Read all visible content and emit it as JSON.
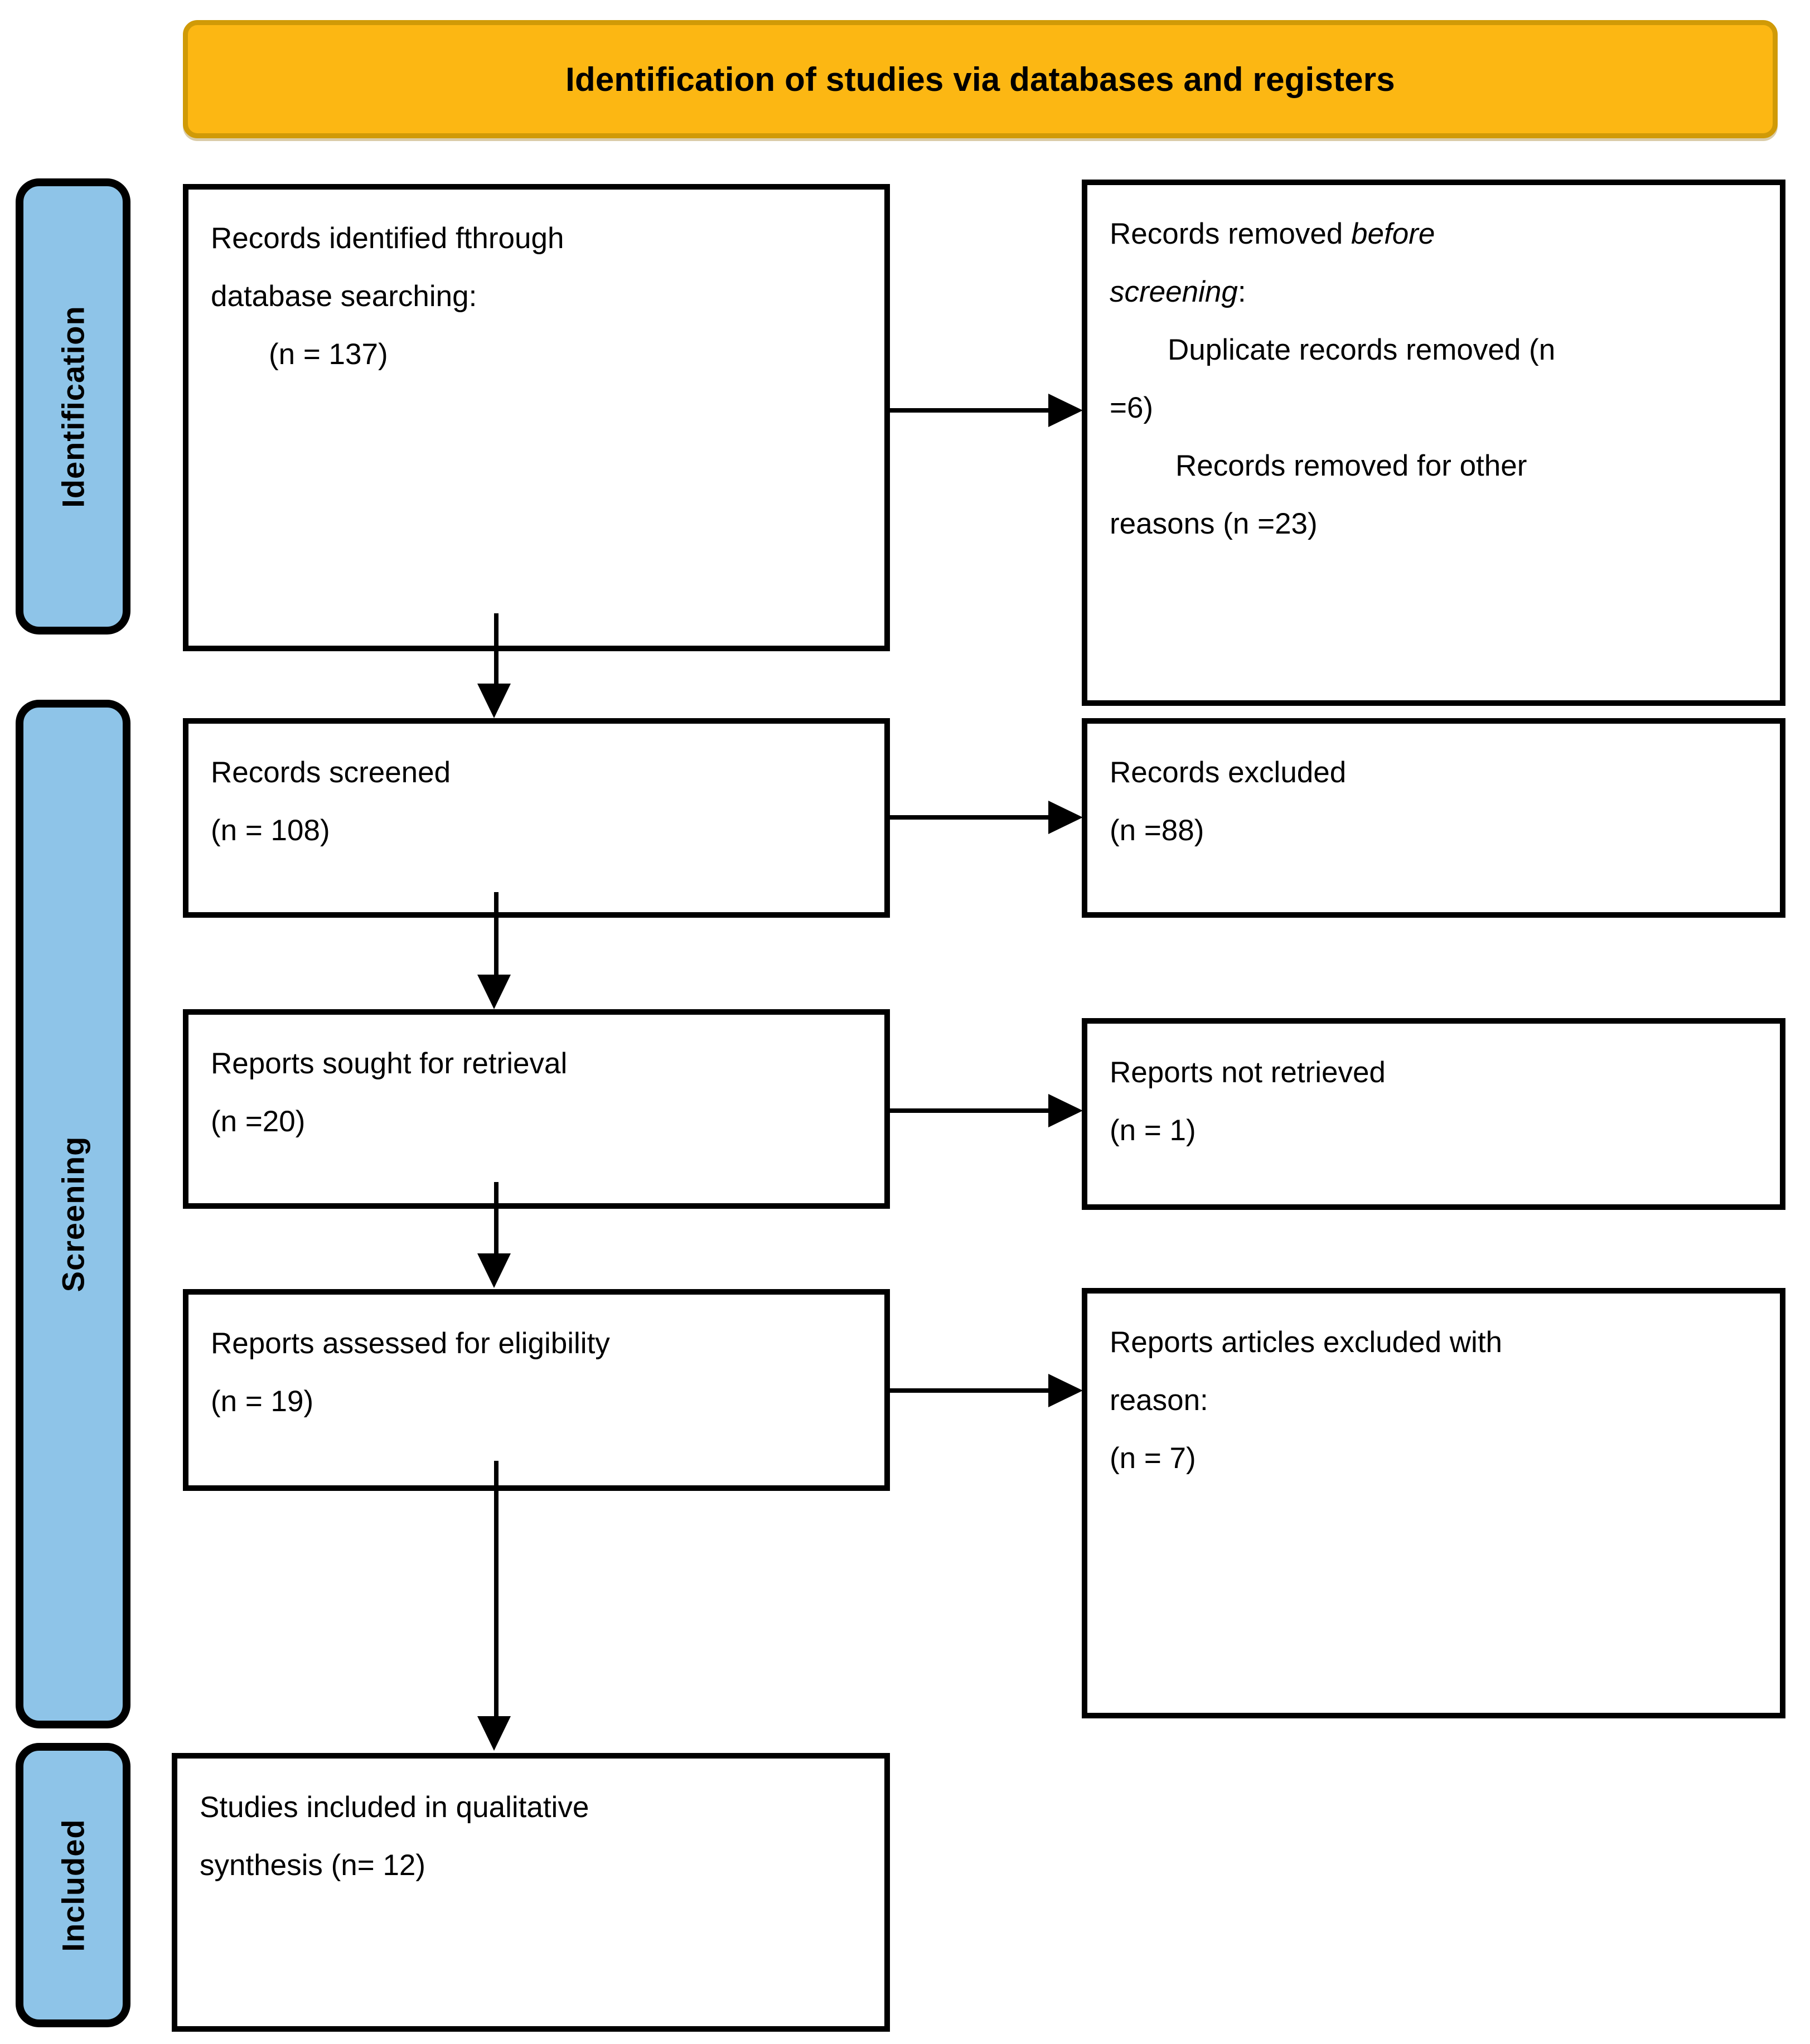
{
  "banner": {
    "title": "Identification of studies via databases and registers"
  },
  "stages": [
    {
      "key": "identification",
      "label": "Identification"
    },
    {
      "key": "screening",
      "label": "Screening"
    },
    {
      "key": "included",
      "label": "Included"
    }
  ],
  "boxes": {
    "identified": {
      "line1": "Records identified fthrough",
      "line2": "database searching:",
      "line3": "(n = 137)"
    },
    "removed": {
      "line1_a": "Records removed ",
      "line1_b": "before",
      "line2_b": "screening",
      "line2_a": ":",
      "line3": "Duplicate records removed (n",
      "line4": "=6)",
      "line5": "Records removed for other",
      "line6": "reasons (n =23)"
    },
    "screened": {
      "line1": "Records screened",
      "line2": "(n = 108)"
    },
    "excluded": {
      "line1": "Records excluded",
      "line2": "(n =88)"
    },
    "sought": {
      "line1": "Reports sought for retrieval",
      "line2": "(n =20)"
    },
    "not_retrieved": {
      "line1": "Reports not retrieved",
      "line2": "(n = 1)"
    },
    "assessed": {
      "line1": "Reports assessed for eligibility",
      "line2": "(n = 19)"
    },
    "excluded_reason": {
      "line1": "Reports articles excluded with",
      "line2": "reason:",
      "line3": "(n = 7)"
    },
    "included": {
      "line1": "Studies included in qualitative",
      "line2": "synthesis (n= 12)"
    }
  },
  "colors": {
    "banner_fill": "#FCB713",
    "banner_border": "#D09A07",
    "stage_fill": "#8EC4E8",
    "box_border": "#000000",
    "box_fill": "#FFFFFF",
    "text": "#000000"
  },
  "chart_data": {
    "type": "diagram",
    "title": "Identification of studies via databases and registers",
    "nodes": [
      {
        "id": "identified",
        "stage": "Identification",
        "label": "Records identified fthrough database searching",
        "n": 137
      },
      {
        "id": "removed",
        "stage": "Identification",
        "label": "Records removed before screening",
        "duplicate_records_removed": 6,
        "records_removed_other_reasons": 23
      },
      {
        "id": "screened",
        "stage": "Screening",
        "label": "Records screened",
        "n": 108
      },
      {
        "id": "excluded",
        "stage": "Screening",
        "label": "Records excluded",
        "n": 88
      },
      {
        "id": "sought",
        "stage": "Screening",
        "label": "Reports sought for retrieval",
        "n": 20
      },
      {
        "id": "not_retrieved",
        "stage": "Screening",
        "label": "Reports not retrieved",
        "n": 1
      },
      {
        "id": "assessed",
        "stage": "Screening",
        "label": "Reports assessed for eligibility",
        "n": 19
      },
      {
        "id": "excluded_reason",
        "stage": "Screening",
        "label": "Reports articles excluded with reason",
        "n": 7
      },
      {
        "id": "included",
        "stage": "Included",
        "label": "Studies included in qualitative synthesis",
        "n": 12
      }
    ],
    "edges": [
      {
        "from": "identified",
        "to": "removed",
        "direction": "right"
      },
      {
        "from": "identified",
        "to": "screened",
        "direction": "down"
      },
      {
        "from": "screened",
        "to": "excluded",
        "direction": "right"
      },
      {
        "from": "screened",
        "to": "sought",
        "direction": "down"
      },
      {
        "from": "sought",
        "to": "not_retrieved",
        "direction": "right"
      },
      {
        "from": "sought",
        "to": "assessed",
        "direction": "down"
      },
      {
        "from": "assessed",
        "to": "excluded_reason",
        "direction": "right"
      },
      {
        "from": "assessed",
        "to": "included",
        "direction": "down"
      }
    ]
  }
}
